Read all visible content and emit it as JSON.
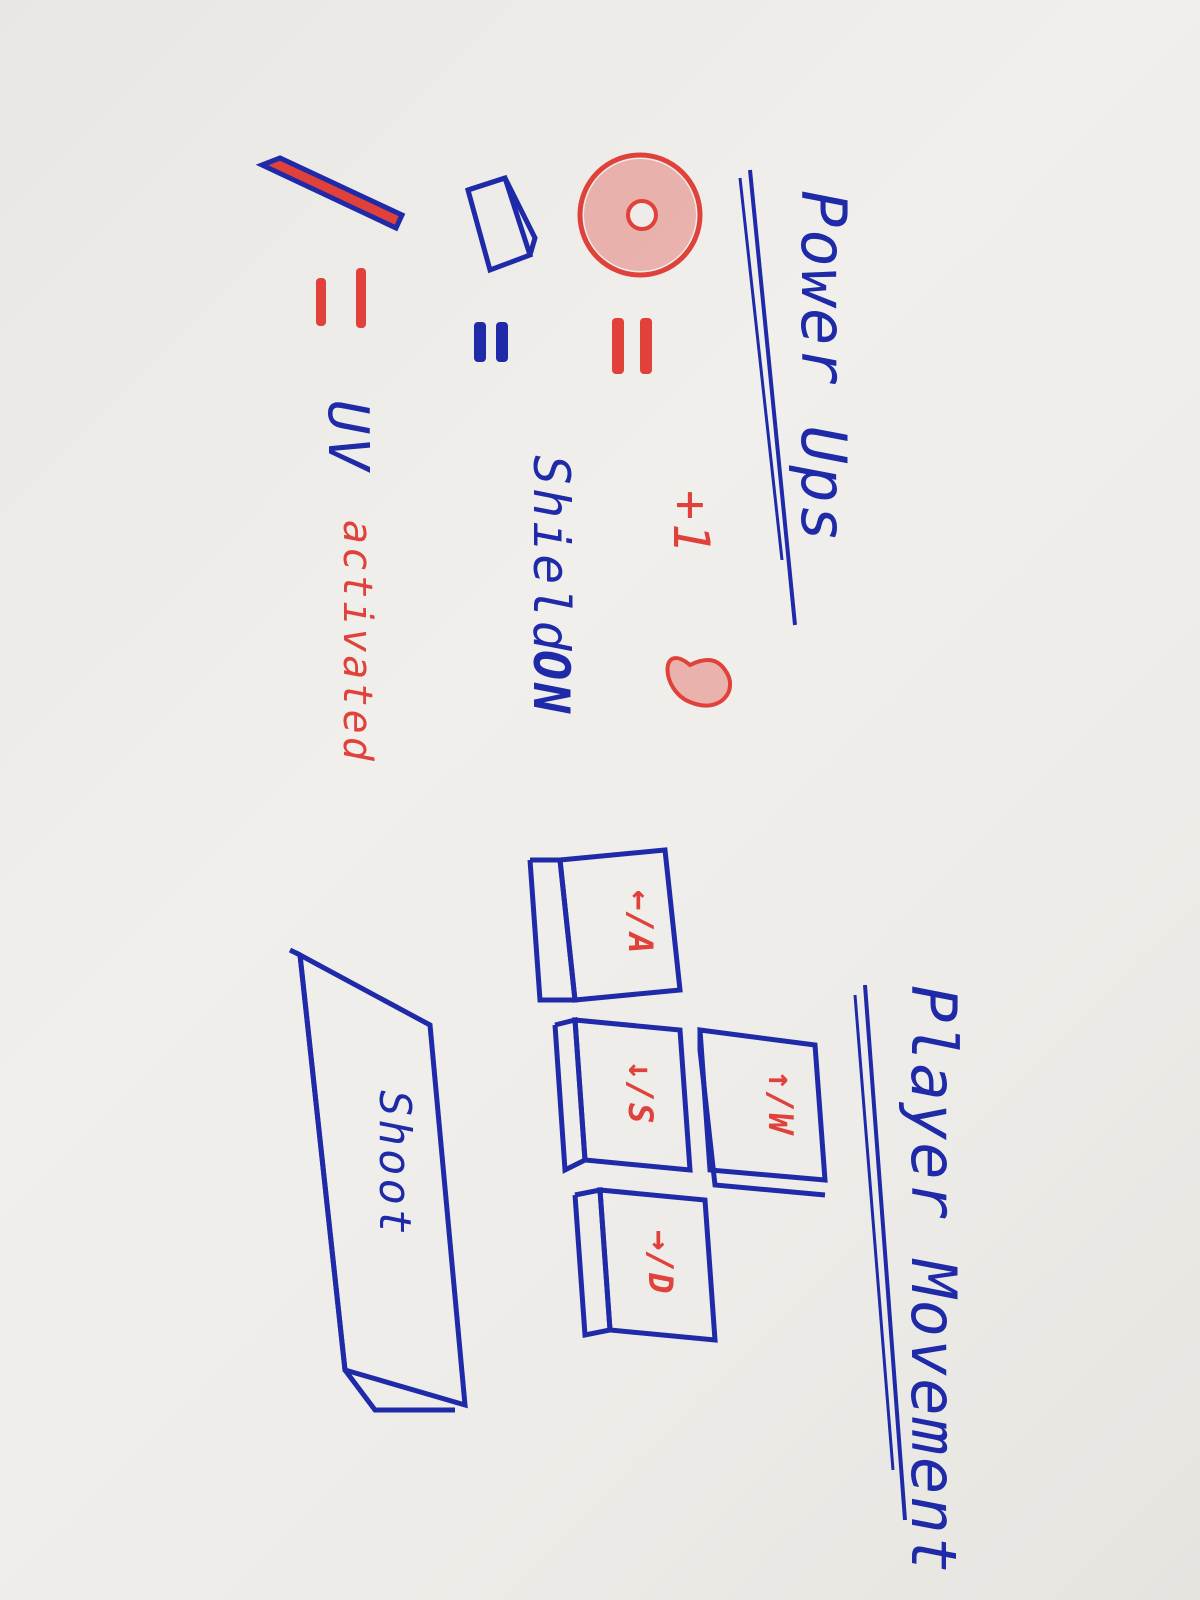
{
  "sheet": {
    "power_ups": {
      "title": "Power Ups",
      "items": [
        {
          "icon": "red-disc-icon",
          "value": "+1",
          "heart_icon": "heart-icon"
        },
        {
          "icon": "cube-icon",
          "label": "Shield",
          "suffix": "ON"
        },
        {
          "icon": "stick-icon",
          "label": "UV",
          "suffix": "activated"
        }
      ]
    },
    "player_movement": {
      "title": "Player Movement",
      "keys": {
        "up": "↑/W",
        "left": "←/A",
        "down": "↓/S",
        "right": "→/D",
        "shoot": "Shoot"
      }
    }
  },
  "colors": {
    "blue_ink": "#1f2aa8",
    "red_ink": "#e0413a",
    "paper": "#eeece8"
  }
}
